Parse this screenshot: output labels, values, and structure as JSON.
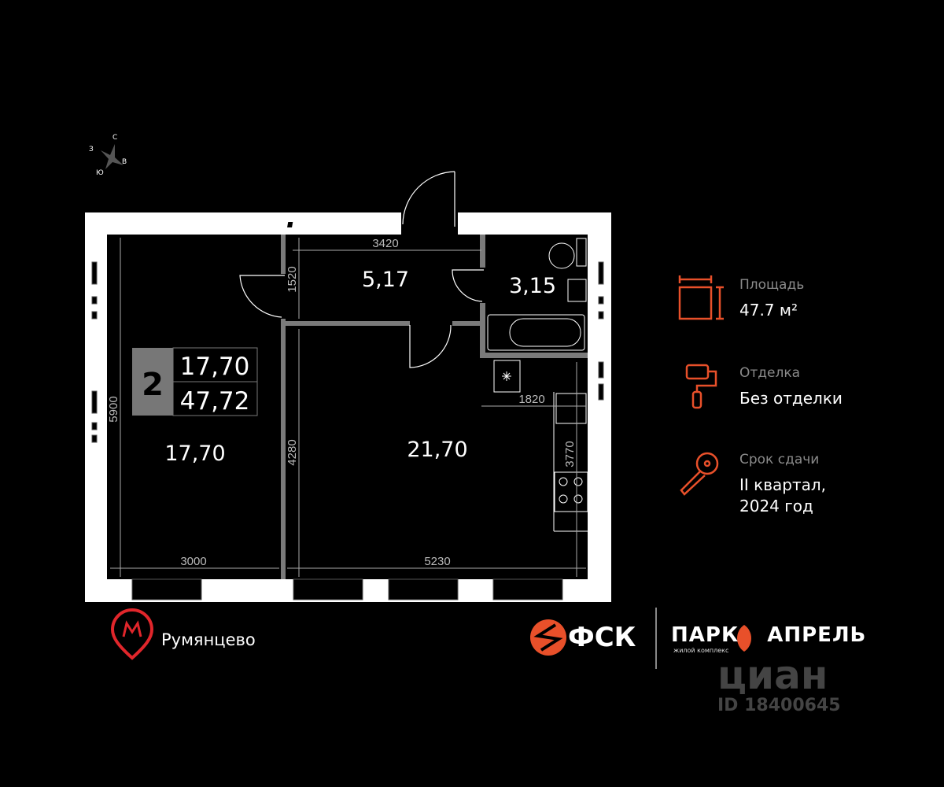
{
  "compass": {
    "n": "С",
    "w": "З",
    "e": "В",
    "s": "Ю"
  },
  "plan": {
    "rooms_count": "2",
    "living_area": "17,70",
    "total_area": "47,72",
    "rooms": [
      {
        "name": "bedroom",
        "area": "17,70"
      },
      {
        "name": "hall",
        "area": "5,17"
      },
      {
        "name": "bathroom",
        "area": "3,15"
      },
      {
        "name": "kitchen-living",
        "area": "21,70"
      }
    ],
    "dimensions": {
      "d3420": "3420",
      "d1520": "1520",
      "d5900": "5900",
      "d4280": "4280",
      "d3000": "3000",
      "d5230": "5230",
      "d1820": "1820",
      "d3770": "3770"
    }
  },
  "info": [
    {
      "icon": "area-icon",
      "label": "Площадь",
      "value": "47.7 м²"
    },
    {
      "icon": "paint-roller-icon",
      "label": "Отделка",
      "value": "Без отделки"
    },
    {
      "icon": "key-icon",
      "label": "Срок сдачи",
      "value": "II квартал, 2024 год"
    }
  ],
  "metro": {
    "station": "Румянцево"
  },
  "logos": {
    "developer": "ФСК",
    "complex": "ПАРК АПРЕЛЬ",
    "complex_sub": "жилой комплекс",
    "watermark": "циан",
    "watermark_id": "ID 18400645"
  },
  "colors": {
    "accent": "#e8502a",
    "wall": "#ffffff",
    "partition": "#7a7a7a",
    "background": "#000000"
  }
}
